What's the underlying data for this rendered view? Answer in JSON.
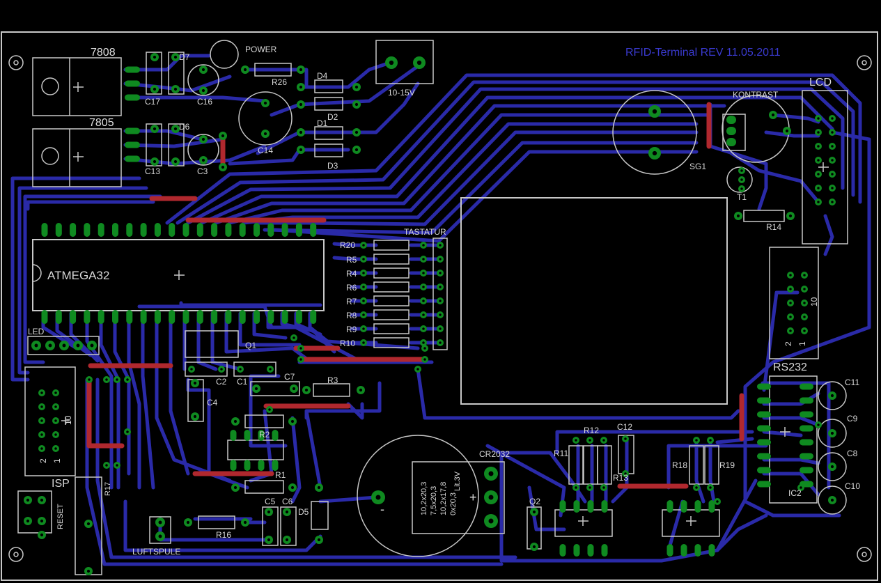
{
  "board": {
    "title": "RFID-Terminal REV 11.05.2011",
    "colors": {
      "background": "#000000",
      "bottom_trace": "#2a2aa8",
      "top_trace": "#b0282e",
      "pad": "#0f8a20",
      "silkscreen": "#c8c8c8",
      "title_text": "#3a3ad0"
    }
  },
  "labels": {
    "reg1": "7808",
    "reg2": "7805",
    "power": "POWER",
    "r26": "R26",
    "d7": "D7",
    "d6": "D6",
    "d4": "D4",
    "d2": "D2",
    "d1": "D1",
    "d3": "D3",
    "c17": "C17",
    "c16": "C16",
    "c13": "C13",
    "c3": "C3",
    "c14": "C14",
    "supply": "10-15V",
    "kontrast": "KONTRAST",
    "lcd": "LCD",
    "sg1": "SG1",
    "t1": "T1",
    "r14": "R14",
    "mcu": "ATMEGA32",
    "tastatur": "TASTATUR",
    "r20": "R20",
    "r5": "R5",
    "r4": "R4",
    "r6": "R6",
    "r7": "R7",
    "r8": "R8",
    "r9": "R9",
    "r10": "R10",
    "led": "LED",
    "q1": "Q1",
    "c2": "C2",
    "c1": "C1",
    "c7": "C7",
    "r3": "R3",
    "c4": "C4",
    "r2": "R2",
    "r1": "R1",
    "c5": "C5",
    "c6": "C6",
    "d5": "D5",
    "r16": "R16",
    "luftspule": "LUFTSPULE",
    "isp": "ISP",
    "reset": "RESET",
    "r17": "R17",
    "battery": "CR2032",
    "q2": "Q2",
    "r11": "R11",
    "r12": "R12",
    "c12": "C12",
    "r13": "R13",
    "r18": "R18",
    "r19": "R19",
    "rs232": "RS232",
    "c11": "C11",
    "c9": "C9",
    "c8": "C8",
    "c10": "C10",
    "ic2": "IC2",
    "conn_10": "10",
    "conn_2": "2",
    "conn_1": "1",
    "batt_dim1": "10,2x20,3",
    "batt_dim2": "7,5x20,3",
    "batt_dim3": "10,2x17,8",
    "batt_dim4": "0x20,3",
    "batt_type": "Lit.3V",
    "plus": "+",
    "minus": "-"
  }
}
